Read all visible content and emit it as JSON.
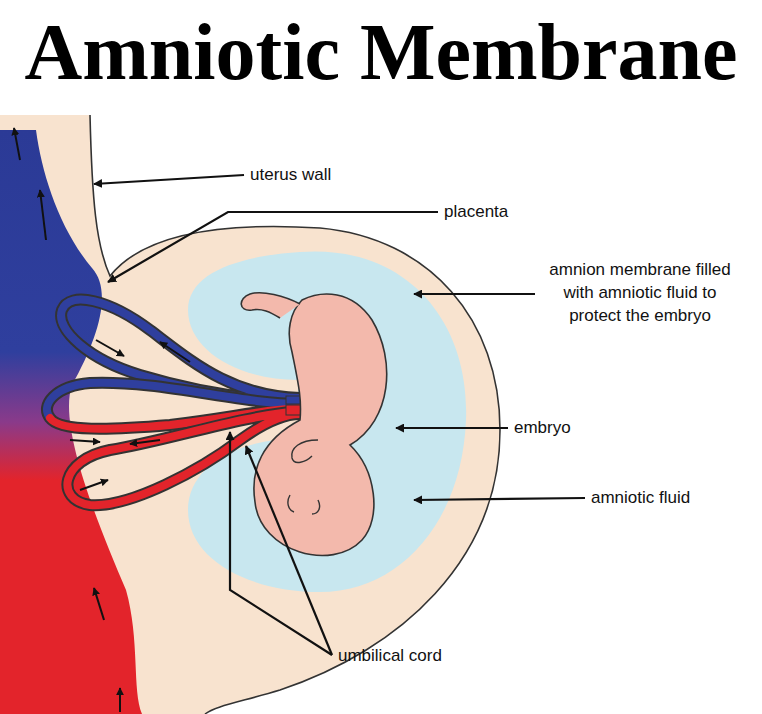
{
  "diagram": {
    "title": "Amniotic Membrane",
    "labels": [
      "uterus wall",
      "placenta",
      "amnion membrane filled with amniotic fluid to protect the embryo",
      "embryo",
      "amniotic fluid",
      "umbilical cord"
    ]
  }
}
